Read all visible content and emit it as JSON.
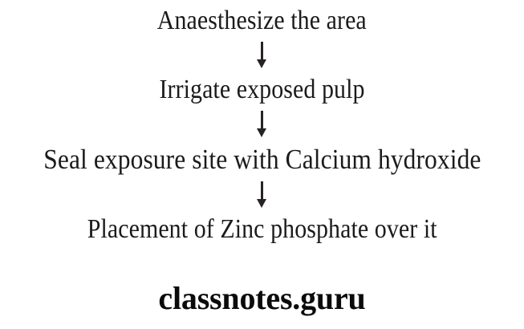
{
  "document": {
    "type": "flowchart",
    "title": "Direct pulp capping procedure flowchart",
    "background_color": "#ffffff",
    "text_color": "#1c1a1a",
    "arrow_color": "#262322"
  },
  "flowchart": {
    "orientation": "vertical",
    "connector_glyph": "↓",
    "steps": [
      {
        "index": 1,
        "label": "Anaesthesize the area"
      },
      {
        "index": 2,
        "label": "Irrigate exposed pulp"
      },
      {
        "index": 3,
        "label": "Seal exposure site with Calcium hydroxide"
      },
      {
        "index": 4,
        "label": "Placement of Zinc phosphate over it"
      }
    ],
    "connectors": [
      {
        "index": 1,
        "from_step": 1,
        "to_step": 2,
        "symbol": "down-arrow"
      },
      {
        "index": 2,
        "from_step": 2,
        "to_step": 3,
        "symbol": "down-arrow"
      },
      {
        "index": 3,
        "from_step": 3,
        "to_step": 4,
        "symbol": "down-arrow"
      }
    ]
  },
  "watermark": {
    "text": "classnotes.guru",
    "color": "#0c0b0b",
    "weight": "bold"
  }
}
